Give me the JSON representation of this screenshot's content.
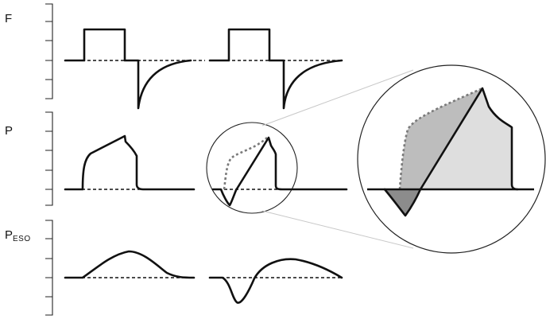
{
  "labels": {
    "flow": "F",
    "pressure": "P",
    "eso_main": "P",
    "eso_sub": "ESO"
  },
  "colors": {
    "stroke": "#111111",
    "dotted_curve": "#7a7a7a",
    "shade_dark": "#8c8c8c",
    "shade_mid": "#bdbdbd",
    "shade_light": "#dedede",
    "zoom_lines": "#c8c8c8"
  }
}
